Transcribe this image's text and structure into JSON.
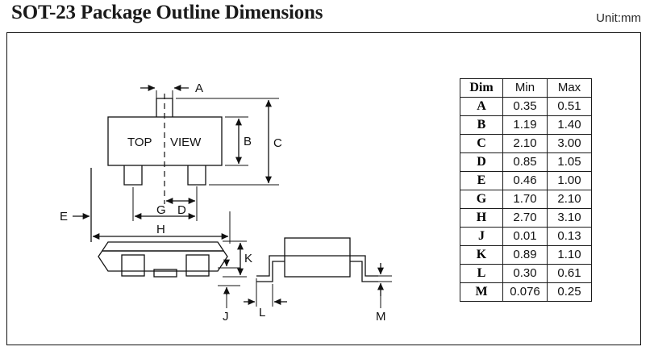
{
  "header": {
    "title": "SOT-23 Package Outline Dimensions",
    "unit_label": "Unit:mm"
  },
  "drawing": {
    "top_view_label_left": "TOP",
    "top_view_label_right": "VIEW",
    "dimension_callouts": {
      "A": "A",
      "B": "B",
      "C": "C",
      "D": "D",
      "E": "E",
      "G": "G",
      "H": "H",
      "J": "J",
      "K": "K",
      "L": "L",
      "M": "M"
    }
  },
  "table": {
    "headers": [
      "Dim",
      "Min",
      "Max"
    ],
    "rows": [
      {
        "dim": "A",
        "min": "0.35",
        "max": "0.51"
      },
      {
        "dim": "B",
        "min": "1.19",
        "max": "1.40"
      },
      {
        "dim": "C",
        "min": "2.10",
        "max": "3.00"
      },
      {
        "dim": "D",
        "min": "0.85",
        "max": "1.05"
      },
      {
        "dim": "E",
        "min": "0.46",
        "max": "1.00"
      },
      {
        "dim": "G",
        "min": "1.70",
        "max": "2.10"
      },
      {
        "dim": "H",
        "min": "2.70",
        "max": "3.10"
      },
      {
        "dim": "J",
        "min": "0.01",
        "max": "0.13"
      },
      {
        "dim": "K",
        "min": "0.89",
        "max": "1.10"
      },
      {
        "dim": "L",
        "min": "0.30",
        "max": "0.61"
      },
      {
        "dim": "M",
        "min": "0.076",
        "max": "0.25"
      }
    ]
  },
  "colors": {
    "line": "#111111",
    "frame": "#111111",
    "text": "#1a1a1a",
    "background": "#ffffff"
  }
}
